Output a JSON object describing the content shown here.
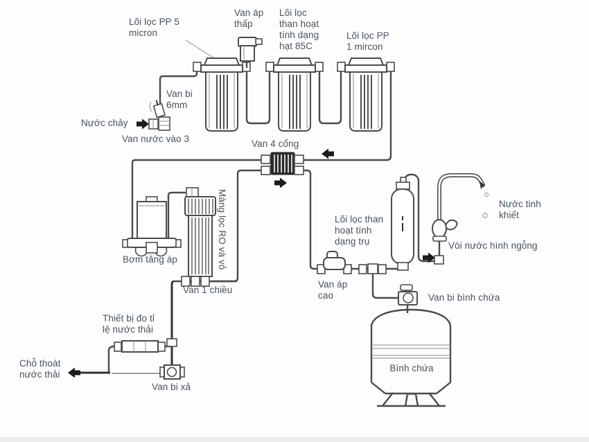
{
  "diagram": {
    "type": "ro-water-purifier-schematic",
    "labels": {
      "filter_pp5": "Lõi lọc PP 5\nmicron",
      "low_pressure_valve": "Van áp\nthấp",
      "filter_gac": "Lõi lọc\nthan hoạt\ntính dạng\nhạt 85C",
      "filter_pp1": "Lõi lọc PP\n1 mircon",
      "ball_valve_6mm": "Van bi\n6mm",
      "water_in": "Nước chảy",
      "inlet_valve": "Van nước vào 3",
      "four_port_valve": "Van 4 cổng",
      "ro_membrane": "Màng lọc RO và vỏ",
      "booster_pump": "Bơm tăng áp",
      "check_valve": "Van 1 chiều",
      "inline_carbon": "Lõi lọc than\nhoạt tính\ndạng trụ",
      "high_pressure_valve": "Van áp\ncao",
      "pure_water": "Nước tinh\nkhiết",
      "faucet": "Vòi nước hình ngỗng",
      "tank_valve": "Van bi bình chứa",
      "tank": "Bình chứa",
      "flow_restrictor": "Thiết bị đo tỉ\nlệ nước thải",
      "waste_outlet": "Chỗ thoát\nnước thải",
      "drain_valve": "Van bi xả"
    },
    "icons": {
      "flow_arrow": "➤",
      "water_drop": "○"
    },
    "colors": {
      "label_text": "#46525f",
      "line": "#4a4a4a",
      "dark_line": "#333333",
      "bypass_line": "#9c9c9c",
      "valve_block": "#2b2b2b",
      "background": "#fdfdfd"
    }
  }
}
